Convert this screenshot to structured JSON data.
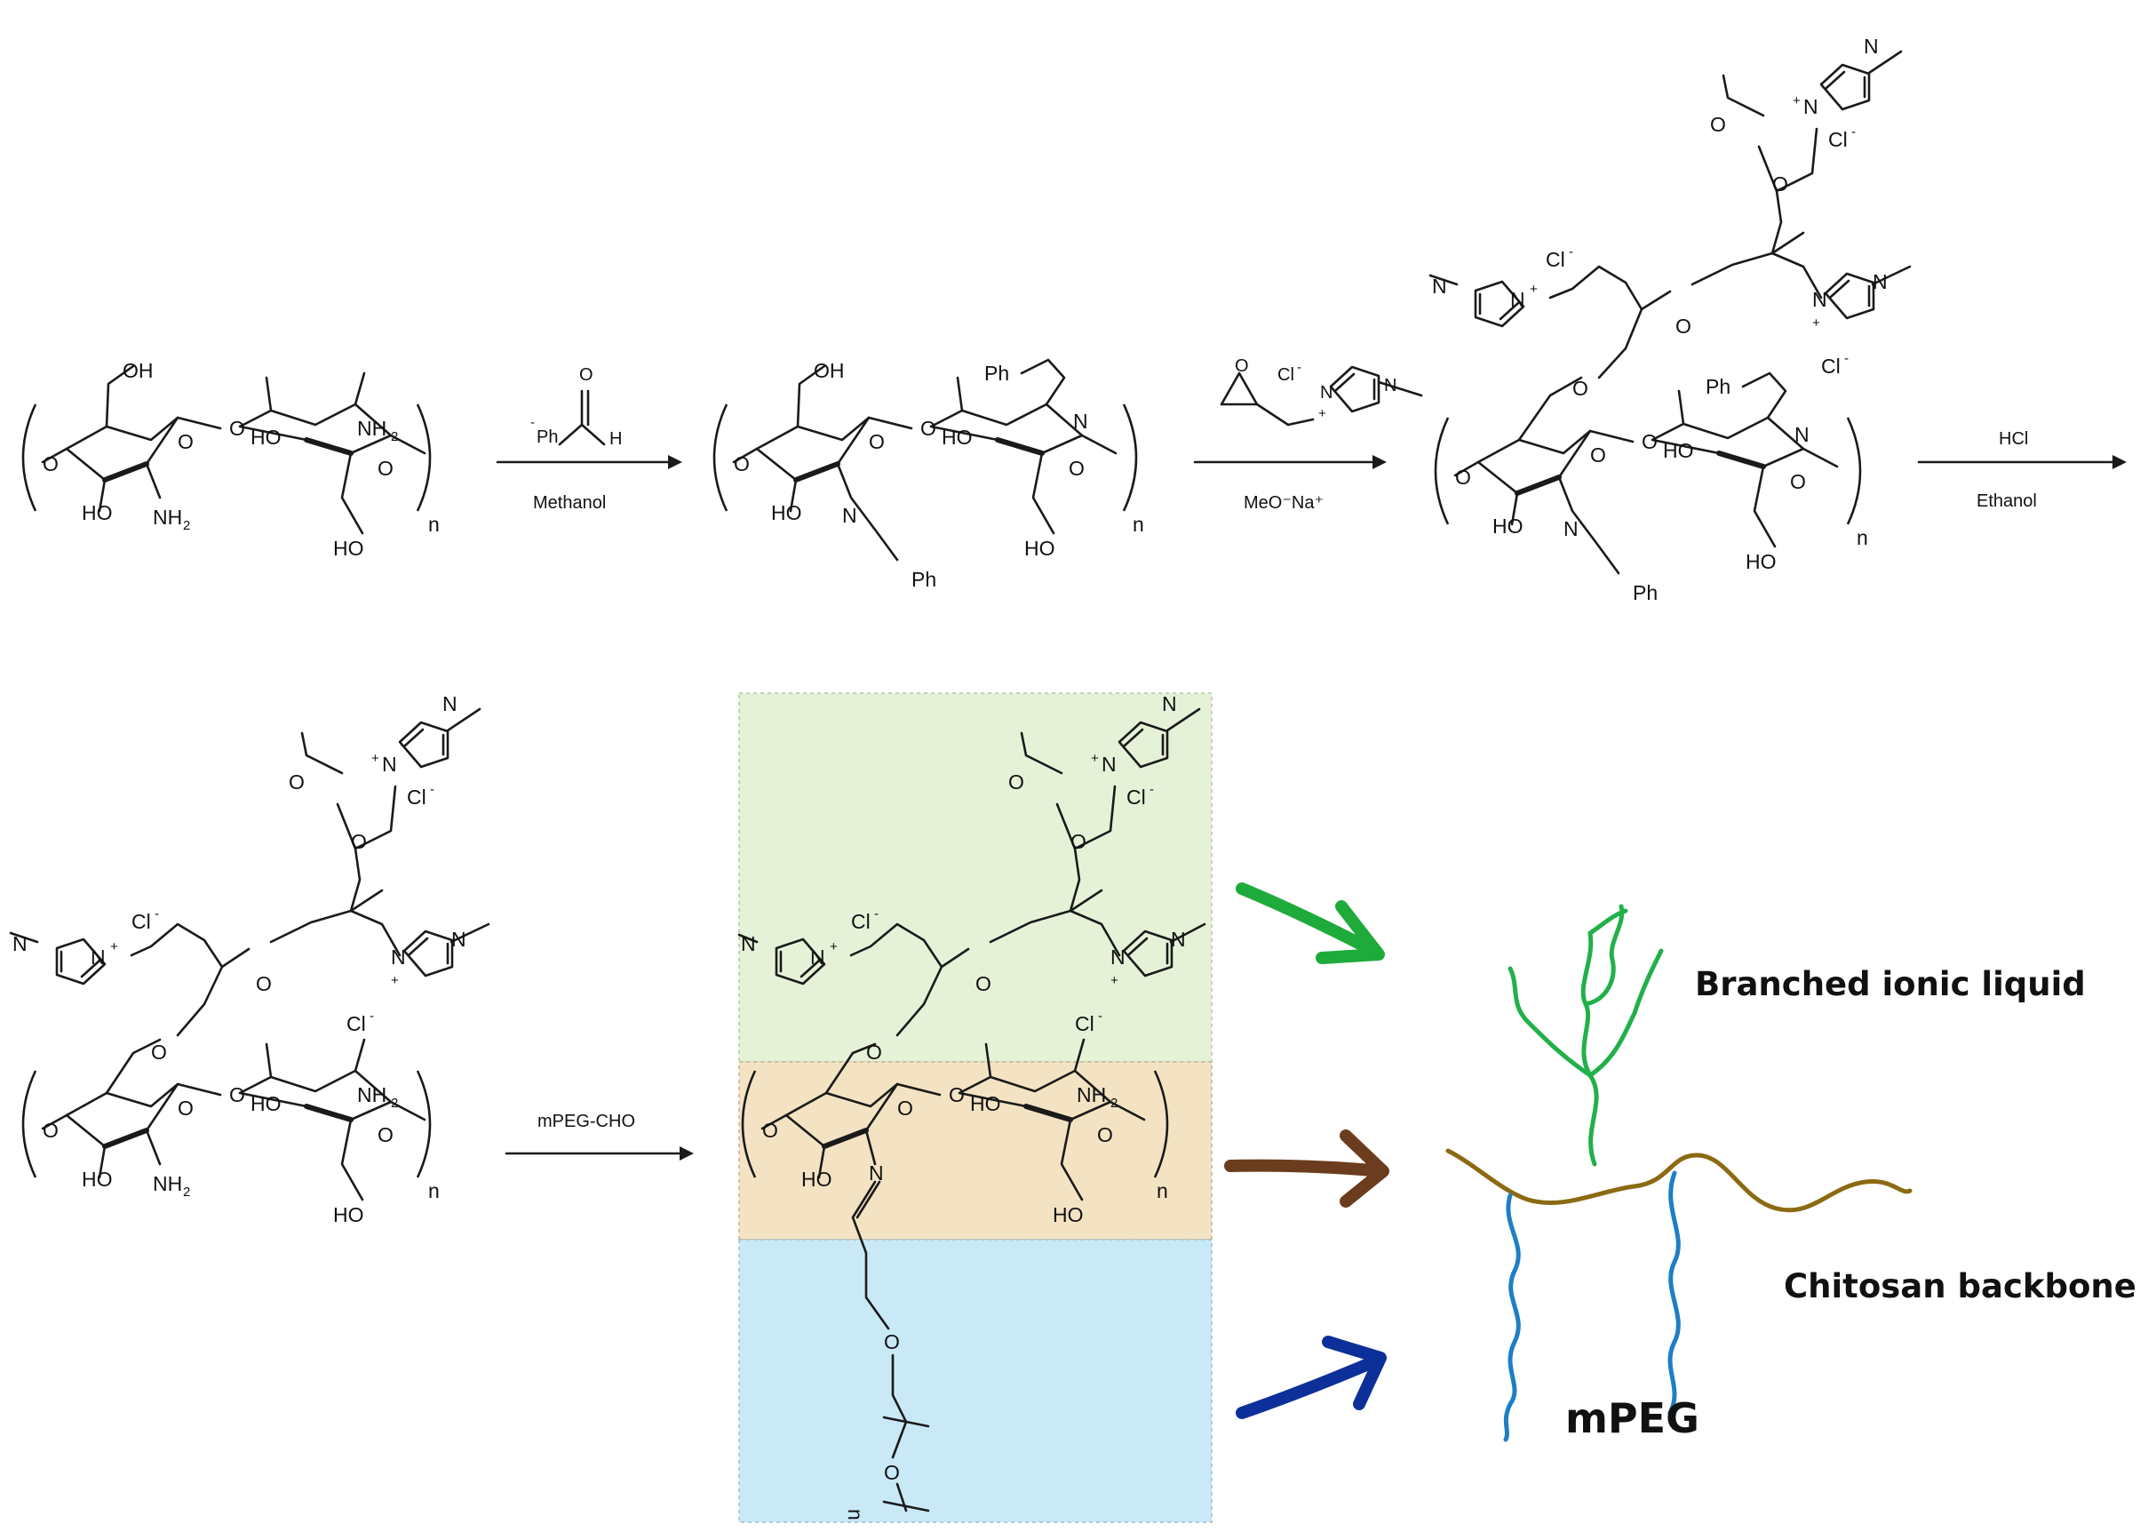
{
  "colors": {
    "ionic_liquid_panel": "#e6f2d8",
    "backbone_panel": "#f3e3c3",
    "mpeg_panel": "#c9e9f6",
    "ionic_liquid_chain": "#22b04b",
    "backbone_chain": "#8b6a12",
    "mpeg_chain": "#1f7fc4",
    "arrow_green": "#1faa3c",
    "arrow_brown": "#6b3d1e",
    "arrow_blue": "#0d2f99"
  },
  "atoms": {
    "oh": "OH",
    "ho": "HO",
    "nh2": "NH",
    "sub2": "2",
    "o": "O",
    "n": "N",
    "ph": "Ph",
    "h": "H",
    "cl": "Cl",
    "minus": "-",
    "plus": "+",
    "repeat_n": "n"
  },
  "reagents": {
    "step1_reagent_ph": "Ph",
    "step1_reagent_h": "H",
    "step2_reagent_cl": "Cl"
  },
  "conditions": {
    "step1": "Methanol",
    "step2": "MeO⁻Na⁺",
    "step3_top": "HCl",
    "step3_bottom": "Ethanol",
    "step4": "mPEG-CHO"
  },
  "legend": {
    "ionic_liquid": "Branched ionic liquid",
    "backbone": "Chitosan backbone",
    "mpeg": "mPEG"
  }
}
